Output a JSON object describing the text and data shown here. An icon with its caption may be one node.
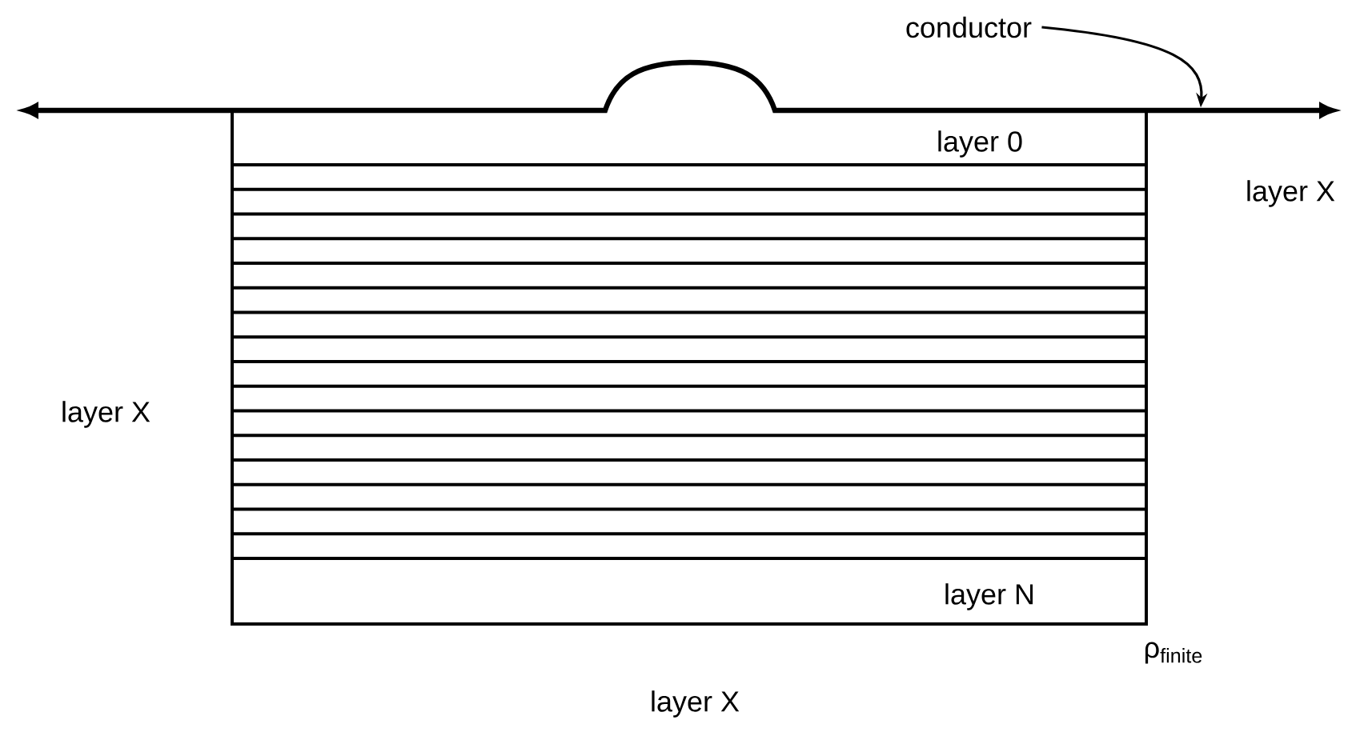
{
  "diagram": {
    "nodes": [
      {
        "text": [
          "conductor"
        ]
      },
      {
        "text": [],
        "shape": "line"
      }
    ],
    "edges": [
      {
        "from": 0,
        "to": 1,
        "arrow": "to"
      }
    ],
    "labels": [
      "layer 0",
      "layer X",
      "layer X",
      "layer N",
      "ρ$_{finite}$",
      "layer X"
    ]
  }
}
